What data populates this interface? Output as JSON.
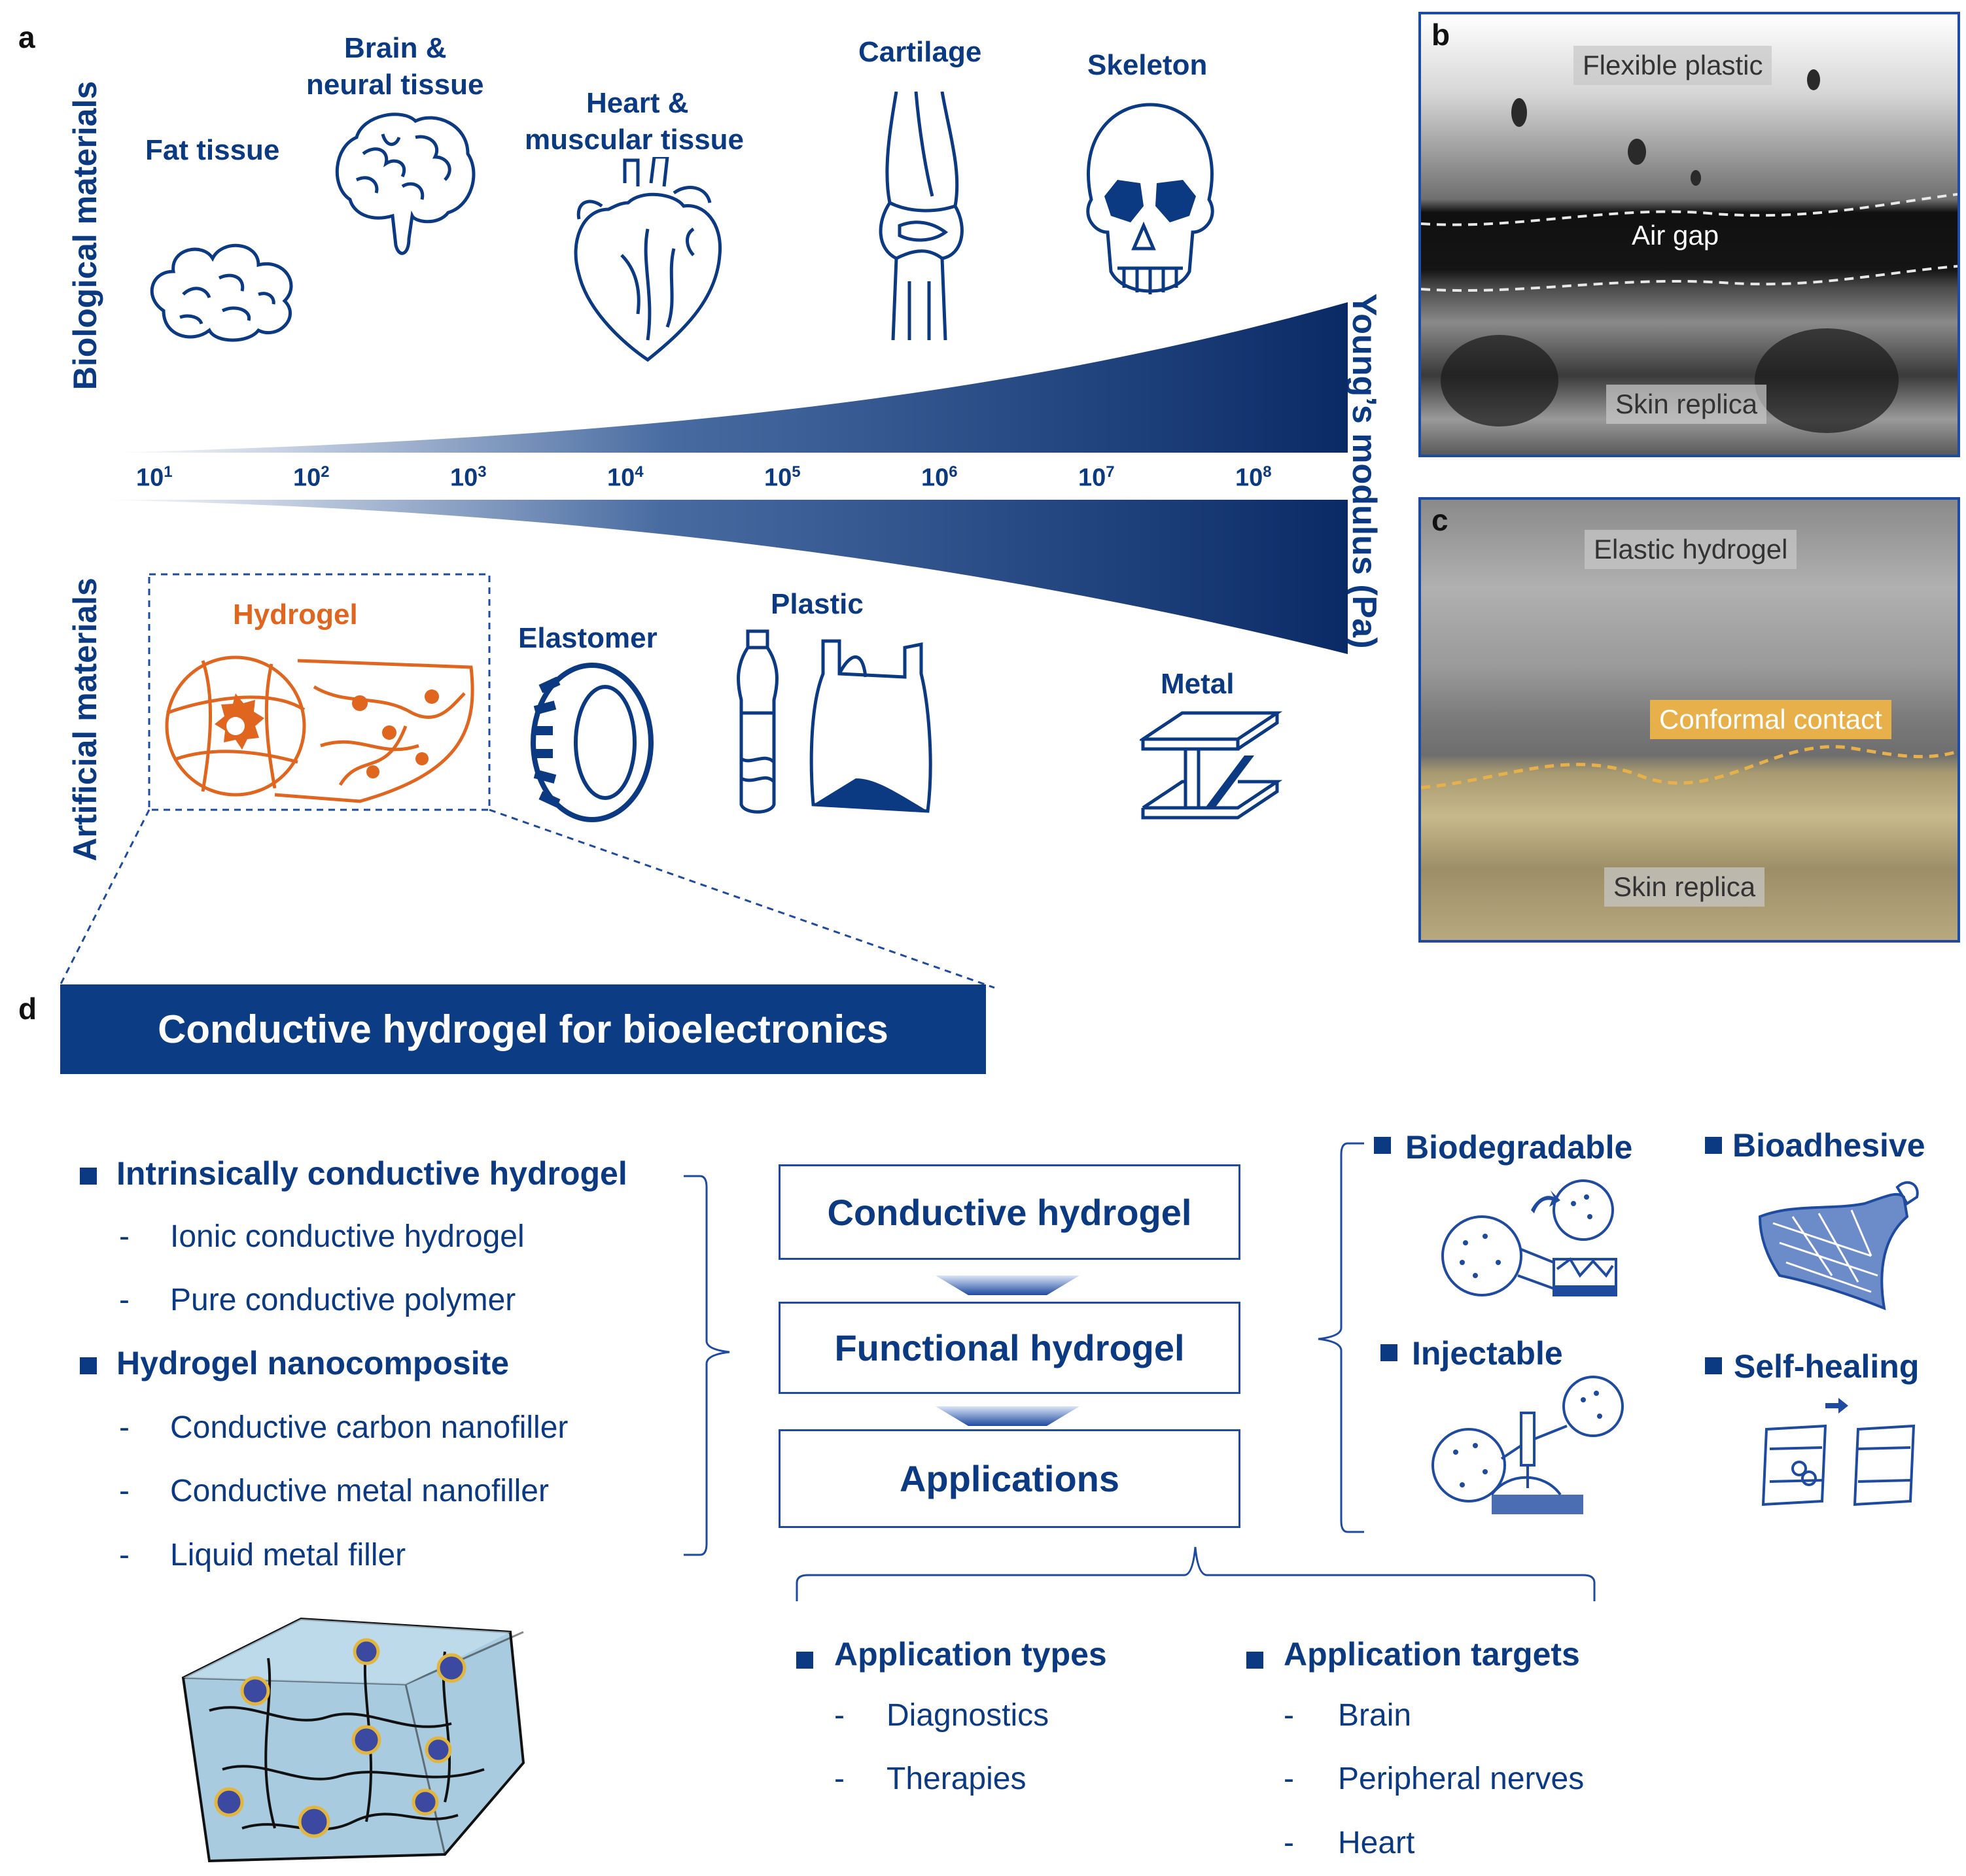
{
  "panels": {
    "a": "a",
    "b": "b",
    "c": "c",
    "d": "d"
  },
  "panel_a": {
    "side_top": "Biological materials",
    "side_bottom": "Artificial materials",
    "axis_title": "Young’s modulus (Pa)",
    "ticks": [
      {
        "base": "10",
        "exp": "1"
      },
      {
        "base": "10",
        "exp": "2"
      },
      {
        "base": "10",
        "exp": "3"
      },
      {
        "base": "10",
        "exp": "4"
      },
      {
        "base": "10",
        "exp": "5"
      },
      {
        "base": "10",
        "exp": "6"
      },
      {
        "base": "10",
        "exp": "7"
      },
      {
        "base": "10",
        "exp": "8"
      }
    ],
    "biological": {
      "fat": "Fat tissue",
      "brain_1": "Brain &",
      "brain_2": "neural tissue",
      "heart_1": "Heart &",
      "heart_2": "muscular  tissue",
      "cartilage": "Cartilage",
      "skeleton": "Skeleton"
    },
    "artificial": {
      "hydrogel": "Hydrogel",
      "elastomer": "Elastomer",
      "plastic": "Plastic",
      "metal": "Metal"
    },
    "colors": {
      "navy": "#0b3a82",
      "hydrogel_orange": "#e0651e"
    }
  },
  "panel_b": {
    "top_label": "Flexible plastic",
    "mid_label": "Air gap",
    "bottom_label": "Skin replica"
  },
  "panel_c": {
    "top_label": "Elastic hydrogel",
    "mid_label": "Conformal contact",
    "bottom_label": "Skin replica",
    "contact_color": "#e7b04a"
  },
  "panel_d": {
    "banner": "Conductive hydrogel for bioelectronics",
    "left": {
      "group1": "Intrinsically conductive hydrogel",
      "group1_items": [
        "Ionic conductive hydrogel",
        "Pure conductive polymer"
      ],
      "group2": "Hydrogel nanocomposite",
      "group2_items": [
        "Conductive carbon nanofiller",
        "Conductive metal nanofiller",
        "Liquid metal filler"
      ],
      "dash": "-"
    },
    "flow": [
      "Conductive hydrogel",
      "Functional hydrogel",
      "Applications"
    ],
    "features": [
      "Biodegradable",
      "Bioadhesive",
      "Injectable",
      "Self-healing"
    ],
    "app_types": {
      "title": "Application types",
      "items": [
        "Diagnostics",
        "Therapies"
      ]
    },
    "app_targets": {
      "title": "Application targets",
      "items": [
        "Brain",
        "Peripheral nerves",
        "Heart"
      ]
    }
  }
}
